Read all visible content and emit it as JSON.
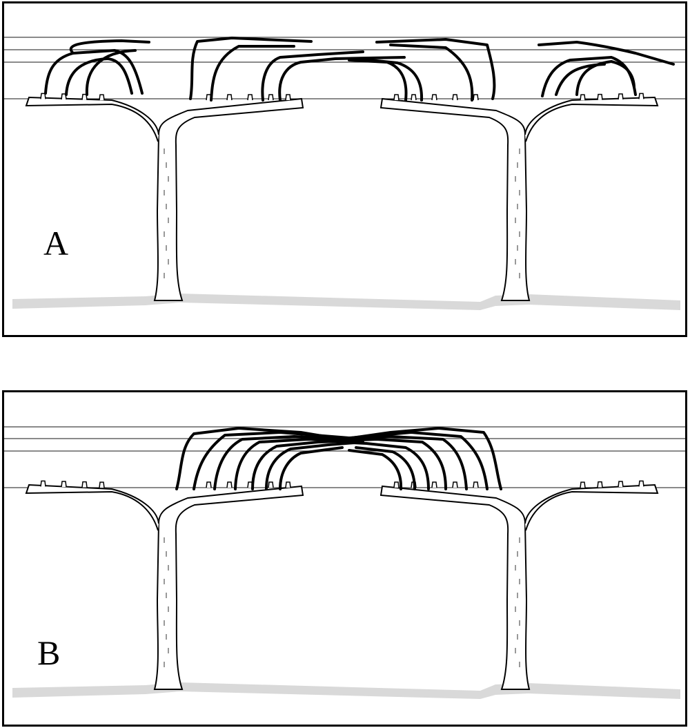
{
  "panels": [
    {
      "id": "A",
      "label": "A",
      "cane_training": "outward"
    },
    {
      "id": "B",
      "label": "B",
      "cane_training": "inward"
    }
  ],
  "colors": {
    "outline": "#000000",
    "trunk_fill": "#ffffff",
    "ground": "#d9d9d9",
    "wire": "#444444"
  }
}
